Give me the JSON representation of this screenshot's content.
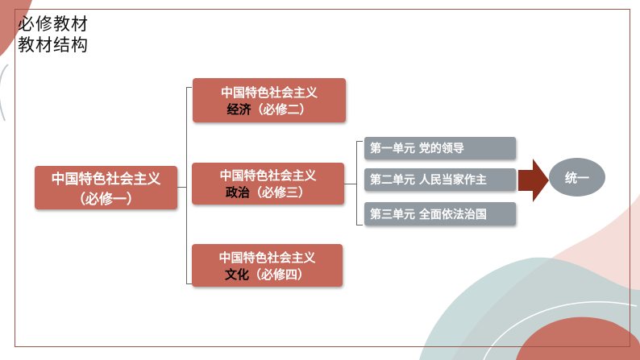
{
  "header": {
    "line1": "必修教材",
    "line2": "教材结构"
  },
  "root": {
    "line1": "中国特色社会主义",
    "line2": "（必修一）"
  },
  "branches": [
    {
      "line1": "中国特色社会主义",
      "line2_word": "经济",
      "line2_rest": "（必修二）"
    },
    {
      "line1": "中国特色社会主义",
      "line2_word": "政治",
      "line2_rest": "（必修三）"
    },
    {
      "line1": "中国特色社会主义",
      "line2_word": "文化",
      "line2_rest": "（必修四）"
    }
  ],
  "units": [
    "第一单元 党的领导",
    "第二单元 人民当家作主",
    "第三单元 全面依法治国"
  ],
  "result": "统一",
  "colors": {
    "accent": "#c5685a",
    "grey": "#929aa1",
    "arrow": "#8a2f1c",
    "teal": "#b7cfcf"
  }
}
